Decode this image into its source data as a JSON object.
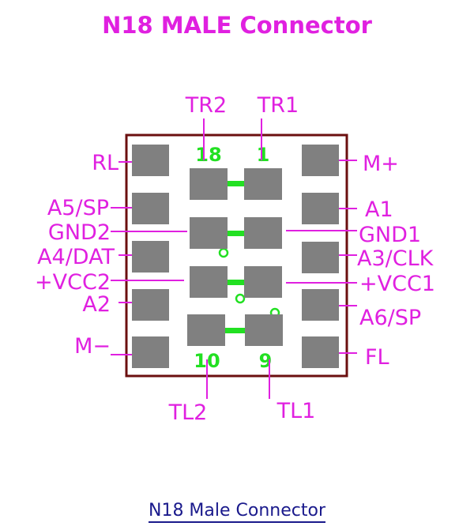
{
  "title": "N18 MALE Connector",
  "caption": "N18 Male Connector",
  "pin_numbers": {
    "top_left": "18",
    "top_right": "1",
    "bottom_left": "10",
    "bottom_right": "9"
  },
  "labels": {
    "top": [
      "TR2",
      "TR1"
    ],
    "bottom": [
      "TL2",
      "TL1"
    ],
    "left": [
      "RL",
      "A5/SP",
      "GND2",
      "A4/DAT",
      "+VCC2",
      "A2",
      "M−"
    ],
    "right": [
      "M+",
      "A1",
      "GND1",
      "A3/CLK",
      "+VCC1",
      "A6/SP",
      "FL"
    ]
  },
  "colors": {
    "label": "#e020e0",
    "pin_number": "#22e022",
    "pad": "#808080",
    "outline": "#6b0f0f",
    "caption": "#1a1a8c"
  }
}
